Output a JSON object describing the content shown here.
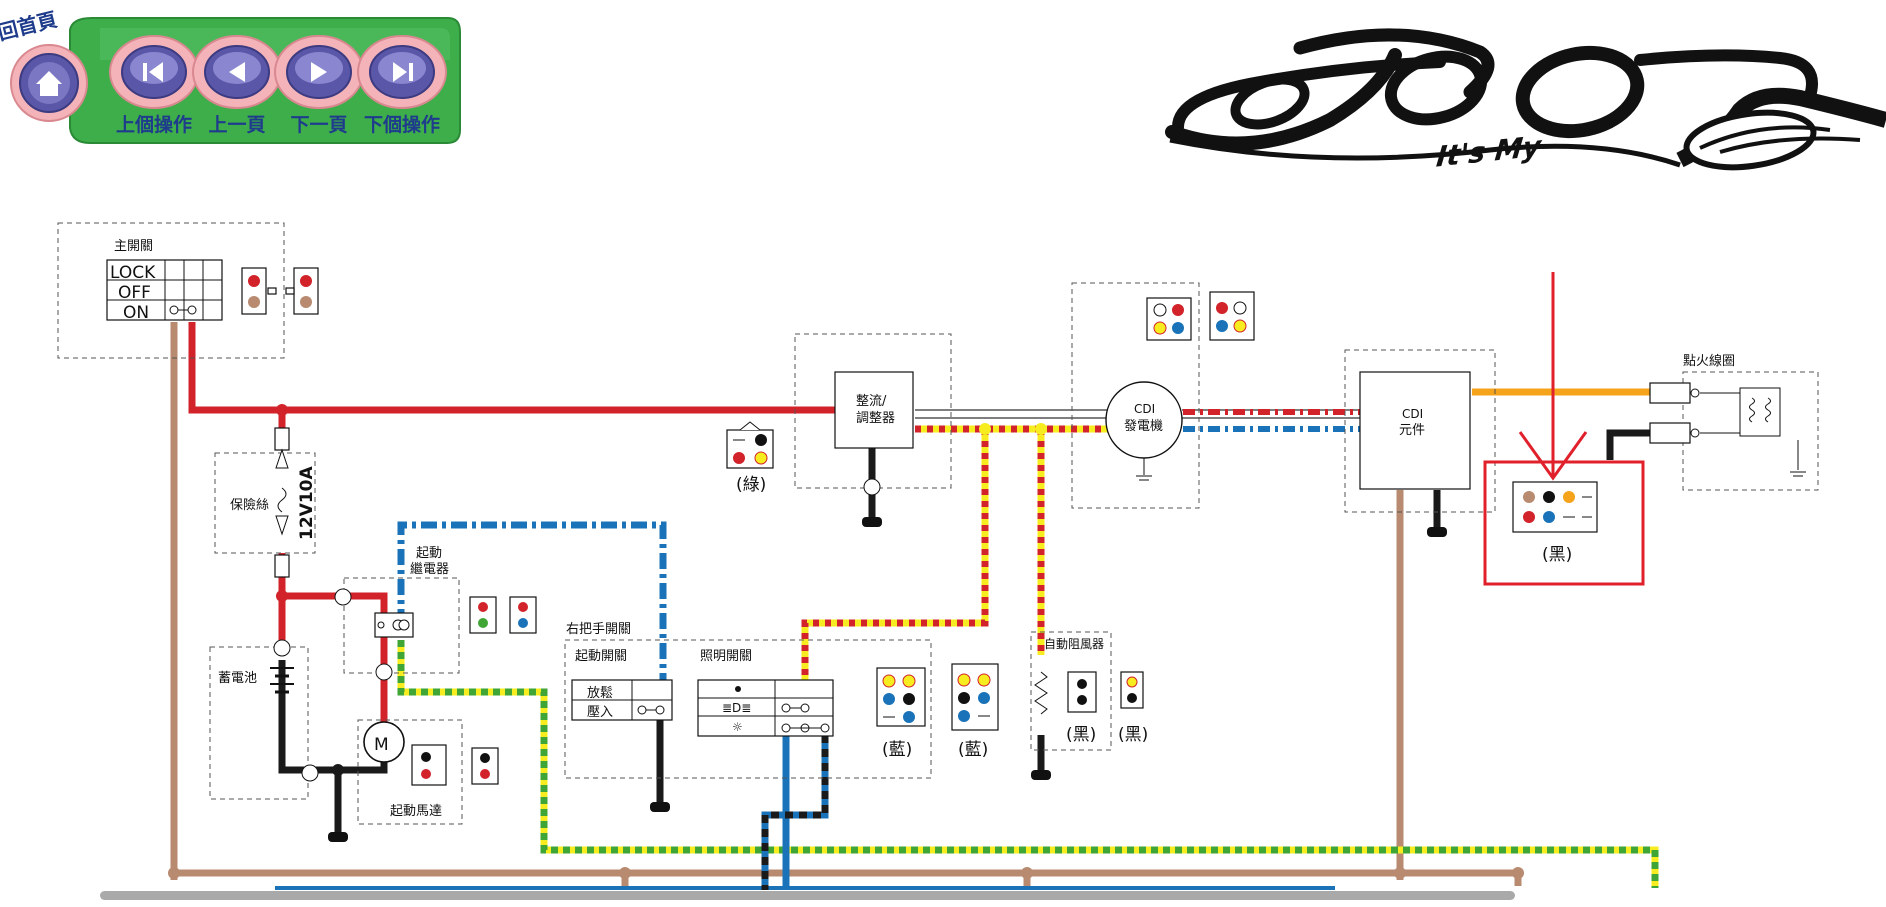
{
  "nav": {
    "home_label": "回首頁",
    "buttons": [
      {
        "label": "上個操作",
        "icon": "skip-previous-icon"
      },
      {
        "label": "上一頁",
        "icon": "previous-icon"
      },
      {
        "label": "下一頁",
        "icon": "next-icon"
      },
      {
        "label": "下個操作",
        "icon": "skip-next-icon"
      }
    ]
  },
  "logo": {
    "script_text": "JOG Sweet",
    "tagline": "It's My"
  },
  "diagram": {
    "main_switch": {
      "title": "主開關",
      "rows": [
        "LOCK",
        "OFF",
        "ON"
      ]
    },
    "fuse": {
      "label": "保險絲",
      "rating": "12V10A"
    },
    "battery": {
      "label": "蓄電池"
    },
    "starter_relay": {
      "label_line1": "起動",
      "label_line2": "繼電器"
    },
    "starter_motor": {
      "label": "起動馬達",
      "symbol": "M"
    },
    "rectifier": {
      "label_line1": "整流/",
      "label_line2": "調整器",
      "connector_color": "(綠)"
    },
    "cdi_generator": {
      "label_line1": "CDI",
      "label_line2": "發電機"
    },
    "cdi_unit": {
      "label_line1": "CDI",
      "label_line2": "元件"
    },
    "ignition_coil": {
      "label": "點火線圈",
      "connector_color": "(黑)"
    },
    "right_handlebar_switch": {
      "title": "右把手開關",
      "start_switch": {
        "title": "起動開關",
        "rows": [
          "放鬆",
          "壓入"
        ]
      },
      "light_switch": {
        "title": "照明開關"
      },
      "connector_colors": [
        "(藍)",
        "(藍)"
      ]
    },
    "auto_choke": {
      "label": "自動阻風器",
      "connector_colors": [
        "(黑)",
        "(黑)"
      ]
    }
  },
  "colors": {
    "nav_green": "#3dae4a",
    "nav_button": "#5b57a8",
    "wire_red": "#d2232a",
    "wire_brown": "#b88a70",
    "wire_black": "#1a1a1a",
    "wire_yellow": "#f7ec1f",
    "wire_blue": "#1a73b8",
    "wire_green": "#3fa535",
    "wire_orange": "#f4a31b",
    "highlight_red": "#e0202a"
  }
}
